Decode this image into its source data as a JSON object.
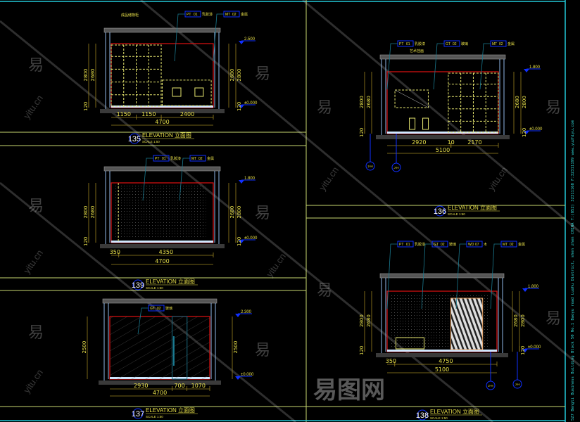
{
  "sheet": {
    "side_text": "527 Bengli Business Building Block 50 No.1 Baoyu road Luohu District, shen zhen CHINA T:(852) 32311168 F:32311199 www.yuzhiyu.com",
    "watermarks": [
      "易",
      "yitu.cn",
      "易图网"
    ]
  },
  "elevations": [
    {
      "id": "135",
      "label": "ELEVATION 立面图",
      "scale": "SCALE 1:50",
      "tags": [
        {
          "code": "PT",
          "num": "01",
          "text": "乳胶漆"
        },
        {
          "code": "MT",
          "num": "02",
          "text": "金属"
        }
      ],
      "note": "成品储物柜",
      "levels": [
        "2.500",
        "±0.000"
      ],
      "dims_v": [
        "2800",
        "2680",
        "120"
      ],
      "dims_h": [
        "1150",
        "1150",
        "2400"
      ],
      "total": "4700"
    },
    {
      "id": "136",
      "label": "ELEVATION 立面图",
      "scale": "SCALE 1:50",
      "tags": [
        {
          "code": "PT",
          "num": "01",
          "text": "乳胶漆"
        },
        {
          "code": "GT",
          "num": "02",
          "text": "玻璃"
        },
        {
          "code": "MT",
          "num": "02",
          "text": "金属"
        }
      ],
      "note": "艺术挂画",
      "levels": [
        "1.800",
        "±0.000"
      ],
      "dims_v": [
        "2800",
        "2680",
        "120"
      ],
      "dims_h": [
        "2920",
        "10",
        "2170"
      ],
      "total": "5100",
      "markers": [
        "2-H",
        "J-H"
      ]
    },
    {
      "id": "139",
      "label": "ELEVATION 立面图",
      "scale": "SCALE 1:50",
      "tags": [
        {
          "code": "PT",
          "num": "01",
          "text": "乳胶漆"
        },
        {
          "code": "MT",
          "num": "02",
          "text": "金属"
        }
      ],
      "levels": [
        "1.800",
        "±0.000"
      ],
      "dims_v": [
        "2800",
        "2680",
        "120"
      ],
      "dims_h": [
        "350",
        "4350"
      ],
      "total": "4700"
    },
    {
      "id": "137",
      "label": "ELEVATION 立面图",
      "scale": "SCALE 1:50",
      "tags": [
        {
          "code": "GT",
          "num": "02",
          "text": "玻璃"
        }
      ],
      "levels": [
        "2.300",
        "±0.000"
      ],
      "dims_v": [
        "2500"
      ],
      "dims_h": [
        "2930",
        "700",
        "1070"
      ],
      "total": "4700"
    },
    {
      "id": "138",
      "label": "ELEVATION 立面图",
      "scale": "SCALE 1:50",
      "tags": [
        {
          "code": "PT",
          "num": "01",
          "text": "乳胶漆"
        },
        {
          "code": "GT",
          "num": "02",
          "text": "玻璃"
        },
        {
          "code": "WD",
          "num": "07",
          "text": "木"
        },
        {
          "code": "MT",
          "num": "02",
          "text": "金属"
        }
      ],
      "levels": [
        "1.800",
        "±0.000"
      ],
      "dims_v": [
        "2800",
        "2680",
        "120"
      ],
      "dims_h": [
        "350",
        "4750"
      ],
      "total": "5100",
      "markers": [
        "2-H",
        "J-H"
      ]
    }
  ]
}
